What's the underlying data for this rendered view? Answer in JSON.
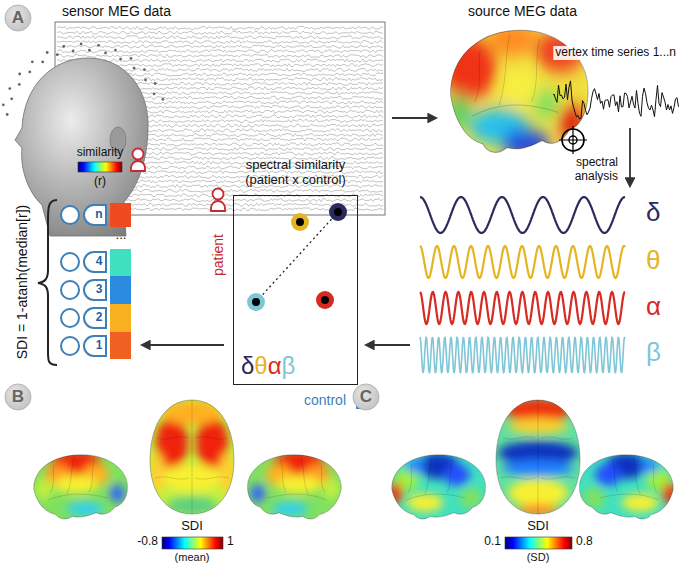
{
  "diagram": {
    "nodes": [
      {
        "text": [
          "A"
        ]
      },
      {
        "text": [
          "spectral similarity (patient x control)",
          "δθαβ"
        ]
      },
      {
        "text": [
          "B"
        ]
      },
      {
        "text": [
          "C"
        ]
      }
    ],
    "labels": [
      "sensor MEG data",
      "source MEG data",
      "vertex time series 1...n",
      "spectral analysis",
      "δ",
      "θ",
      "α",
      "β",
      "patient",
      "control",
      "similarity",
      "(r)",
      "n",
      "...",
      "4",
      "3",
      "2",
      "1",
      "SDI = 1-atanh(median[r])",
      "SDI",
      "-0.8",
      "1",
      "(mean)",
      "SDI",
      "0.1",
      "0.8",
      "(SD)"
    ]
  }
}
